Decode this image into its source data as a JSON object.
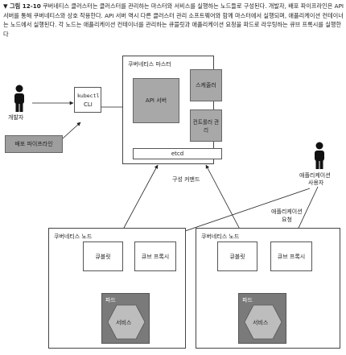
{
  "caption": {
    "label": "▼ 그림 12-10",
    "text": "쿠버네티스 클러스터는 클러스터를 관리하는 마스터와 서비스를 실행하는 노드들로 구성된다. 개발자, 배포 파이프라인은 API 서버를 통해 쿠버네티스와 상호 작용한다. API 서버 역시 다른 클러스터 관리 소프트웨어와 함께 마스터에서 실행되며, 애플리케이션 컨테이너는 노드에서 실행된다. 각 노드는 애플리케이션 컨테이너를 관리하는 큐블릿과 애플리케이션 요청을 파드로 라우팅하는 큐브 프록시를 실행한다"
  },
  "developer": {
    "label": "개발자"
  },
  "pipeline": {
    "label": "배포 파이프라인"
  },
  "kubectl": {
    "line1": "kubectl",
    "line2": "CLI"
  },
  "master": {
    "title": "쿠버네티스 마스터",
    "api_server": "API 서버",
    "scheduler": "스케줄러",
    "controller_manager": "컨트롤러 관리",
    "etcd": "etcd"
  },
  "config_command": "구성 커맨드",
  "app_user": {
    "line1": "애플리케이션",
    "line2": "사용자"
  },
  "app_request": {
    "line1": "애플리케이션",
    "line2": "요청"
  },
  "nodes": [
    {
      "title": "쿠버네티스 노드",
      "kubelet": "큐블릿",
      "kube_proxy": "큐브 프록시",
      "pod": "파드",
      "service": "서비스"
    },
    {
      "title": "쿠버네티스 노드",
      "kubelet": "큐블릿",
      "kube_proxy": "큐브 프록시",
      "pod": "파드",
      "service": "서비스"
    }
  ],
  "colors": {
    "component_gray": "#9e9e9e",
    "border": "#444444",
    "pod_dark": "#7a7a7a",
    "hexagon": "#bdbdbd"
  }
}
